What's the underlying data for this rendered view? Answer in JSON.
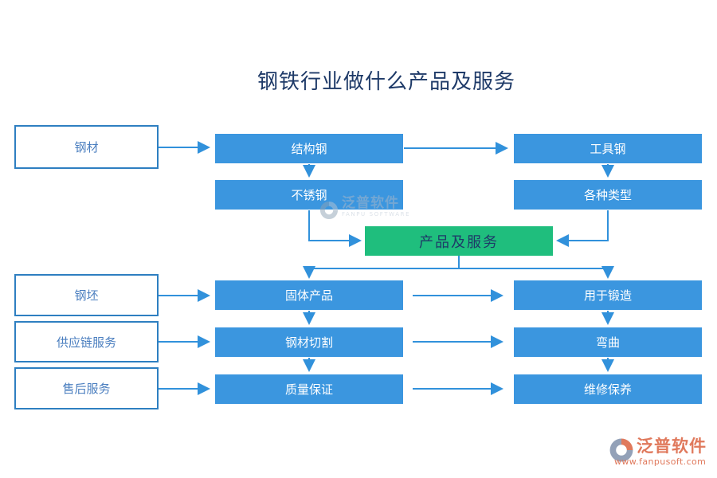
{
  "title": "钢铁行业做什么产品及服务",
  "nodes": {
    "left": [
      "钢材",
      "钢坯",
      "供应链服务",
      "售后服务"
    ],
    "middle": [
      "结构钢",
      "不锈钢",
      "固体产品",
      "钢材切割",
      "质量保证"
    ],
    "right": [
      "工具钢",
      "各种类型",
      "用于锻造",
      "弯曲",
      "维修保养"
    ],
    "center": "产品及服务"
  },
  "watermark": {
    "brand": "泛普软件",
    "brand_en": "FANPU SOFTWARE"
  },
  "footer": {
    "brand": "泛普软件",
    "website": "www.fanpusoft.com"
  },
  "colors": {
    "node_blue": "#3B96DF",
    "node_border_blue": "#2E7FC1",
    "node_green": "#1FBE7D",
    "title_navy": "#1E3A68",
    "white_box_label_blue": "#4A7EBF",
    "arrow_blue": "#3191DB",
    "logo_coral": "#E0795C"
  }
}
